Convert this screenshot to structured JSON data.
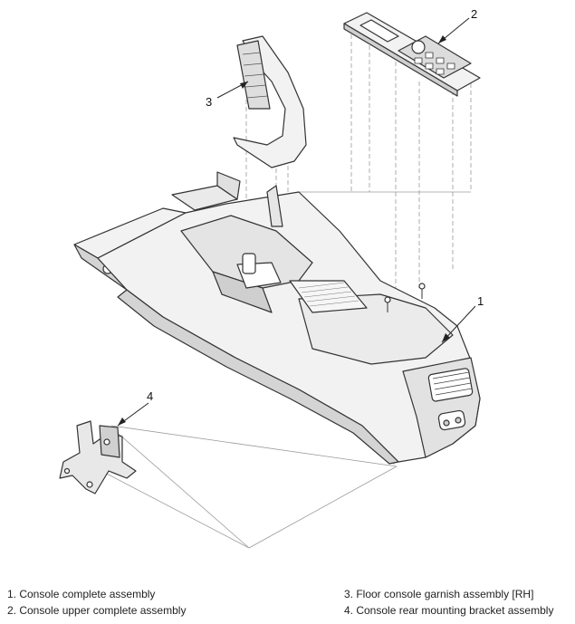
{
  "callouts": [
    "1",
    "2",
    "3",
    "4"
  ],
  "legend": [
    "1. Console complete assembly",
    "2. Console upper complete assembly",
    "3. Floor console garnish assembly [RH]",
    "4. Console rear mounting bracket assembly"
  ],
  "colors": {
    "line": "#333333",
    "fill": "#f2f2f2",
    "shade": "#d4d4d4",
    "guide": "#9a9a9a"
  }
}
